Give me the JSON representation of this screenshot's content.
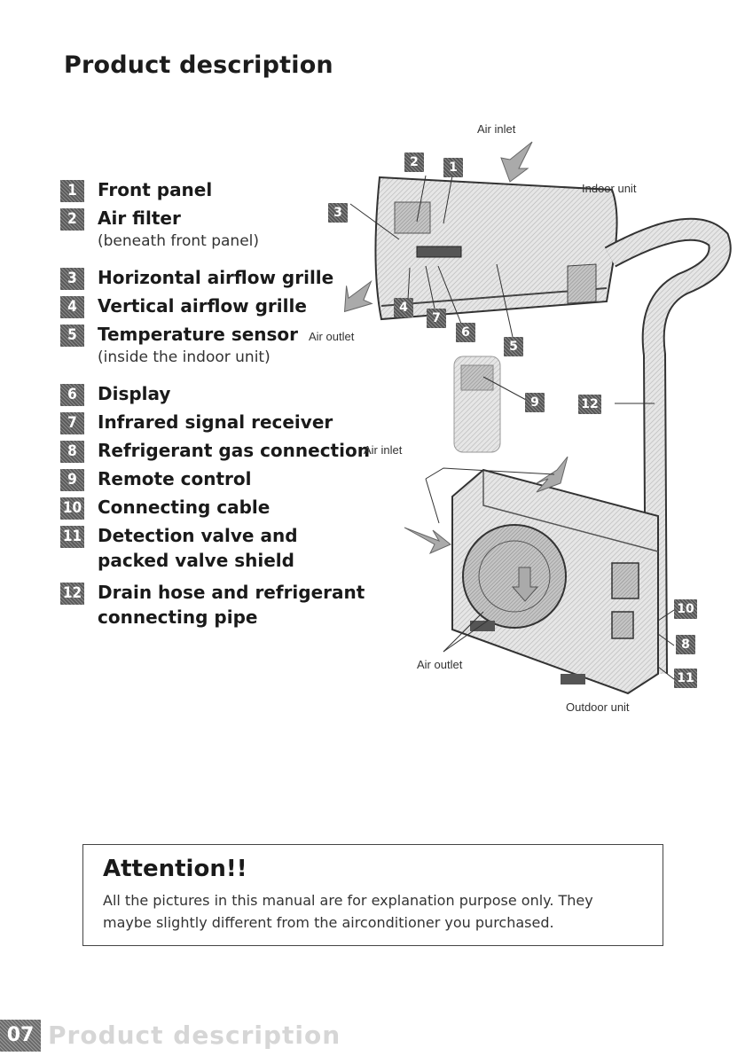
{
  "page_title": "Product description",
  "parts": [
    {
      "number": "1",
      "label": "Front panel",
      "note": ""
    },
    {
      "number": "2",
      "label": "Air filter",
      "note": "(beneath front panel)"
    },
    {
      "number": "3",
      "label": "Horizontal airflow grille",
      "note": ""
    },
    {
      "number": "4",
      "label": "Vertical airflow grille",
      "note": ""
    },
    {
      "number": "5",
      "label": "Temperature sensor",
      "note": "(inside the indoor unit)"
    },
    {
      "number": "6",
      "label": "Display",
      "note": ""
    },
    {
      "number": "7",
      "label": "Infrared signal receiver",
      "note": ""
    },
    {
      "number": "8",
      "label": "Refrigerant gas connection",
      "note": ""
    },
    {
      "number": "9",
      "label": "Remote control",
      "note": ""
    },
    {
      "number": "10",
      "label": "Connecting cable",
      "note": ""
    },
    {
      "number": "11",
      "label": "Detection valve and packed valve shield",
      "note": ""
    },
    {
      "number": "12",
      "label": "Drain hose and refrigerant connecting pipe",
      "note": ""
    }
  ],
  "diagram": {
    "labels": {
      "air_inlet_top": "Air inlet",
      "indoor_unit": "Indoor unit",
      "air_outlet_indoor": "Air outlet",
      "air_inlet_outdoor": "Air inlet",
      "air_outlet_outdoor": "Air outlet",
      "outdoor_unit": "Outdoor unit"
    },
    "callouts": [
      "1",
      "2",
      "3",
      "4",
      "5",
      "6",
      "7",
      "8",
      "9",
      "10",
      "11",
      "12"
    ]
  },
  "attention": {
    "title": "Attention!!",
    "text": "All the pictures in this manual are for explanation purpose only. They maybe  slightly different from the airconditioner  you purchased."
  },
  "footer": {
    "page_number": "07",
    "title": "Product description"
  }
}
